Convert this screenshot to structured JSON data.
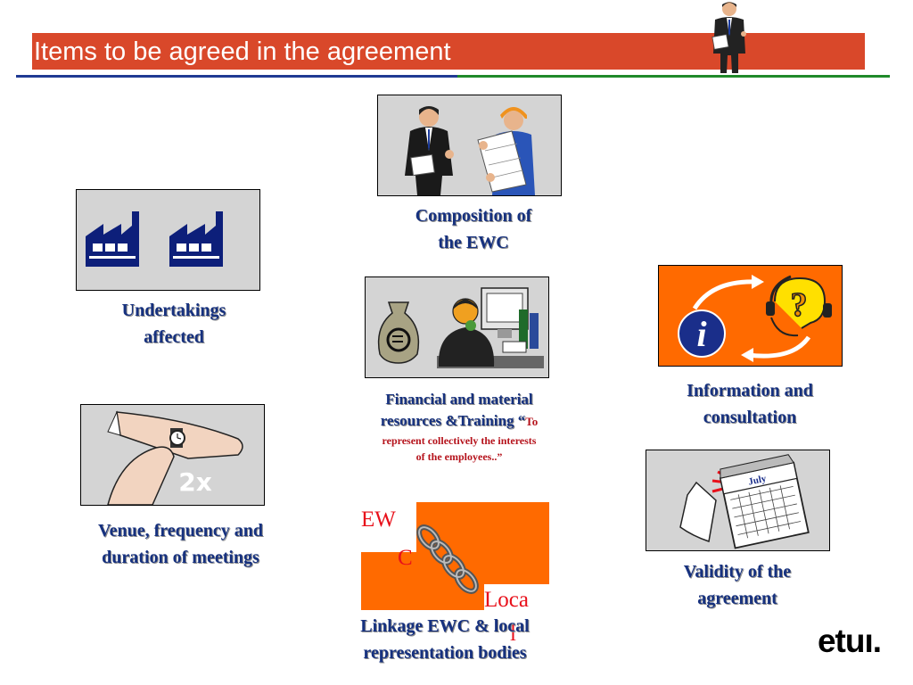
{
  "title": "Items to be agreed in the agreement",
  "colors": {
    "title_bar": "#d9482a",
    "label_blue": "#16317f",
    "accent_orange": "#ff6a00",
    "rule_blue": "#1f3a93",
    "rule_green": "#1f8a2a"
  },
  "items": {
    "composition": {
      "label_line1": "Composition of",
      "label_line2": "the EWC",
      "icon": "business-and-worker-icon"
    },
    "undertakings": {
      "label_line1": "Undertakings",
      "label_line2": "affected",
      "icon": "factory-icon"
    },
    "financial": {
      "label_line1": "Financial and material",
      "label_line2_main": "resources &Training “",
      "label_line2_small": "To",
      "label_line3": "represent collectively the interests",
      "label_line4": "of the employees..”",
      "icon": "money-and-computer-icon"
    },
    "information": {
      "label_line1": "Information and",
      "label_line2": "consultation",
      "icon": "info-question-icon"
    },
    "venue": {
      "label_line1": "Venue, frequency and",
      "label_line2": "duration of meetings",
      "icon": "wristwatch-icon",
      "badge": "2x"
    },
    "validity": {
      "label_line1": "Validity of the",
      "label_line2": "agreement",
      "icon": "calendar-icon",
      "calendar_month": "July"
    },
    "linkage": {
      "label_line1": "Linkage EWC & local",
      "label_line2": "representation bodies",
      "ewc_top": "EW",
      "ewc_bottom": "C",
      "local_top": "Loca",
      "local_bottom": "l",
      "icon": "chain-link-icon"
    }
  },
  "logo": "etuı."
}
